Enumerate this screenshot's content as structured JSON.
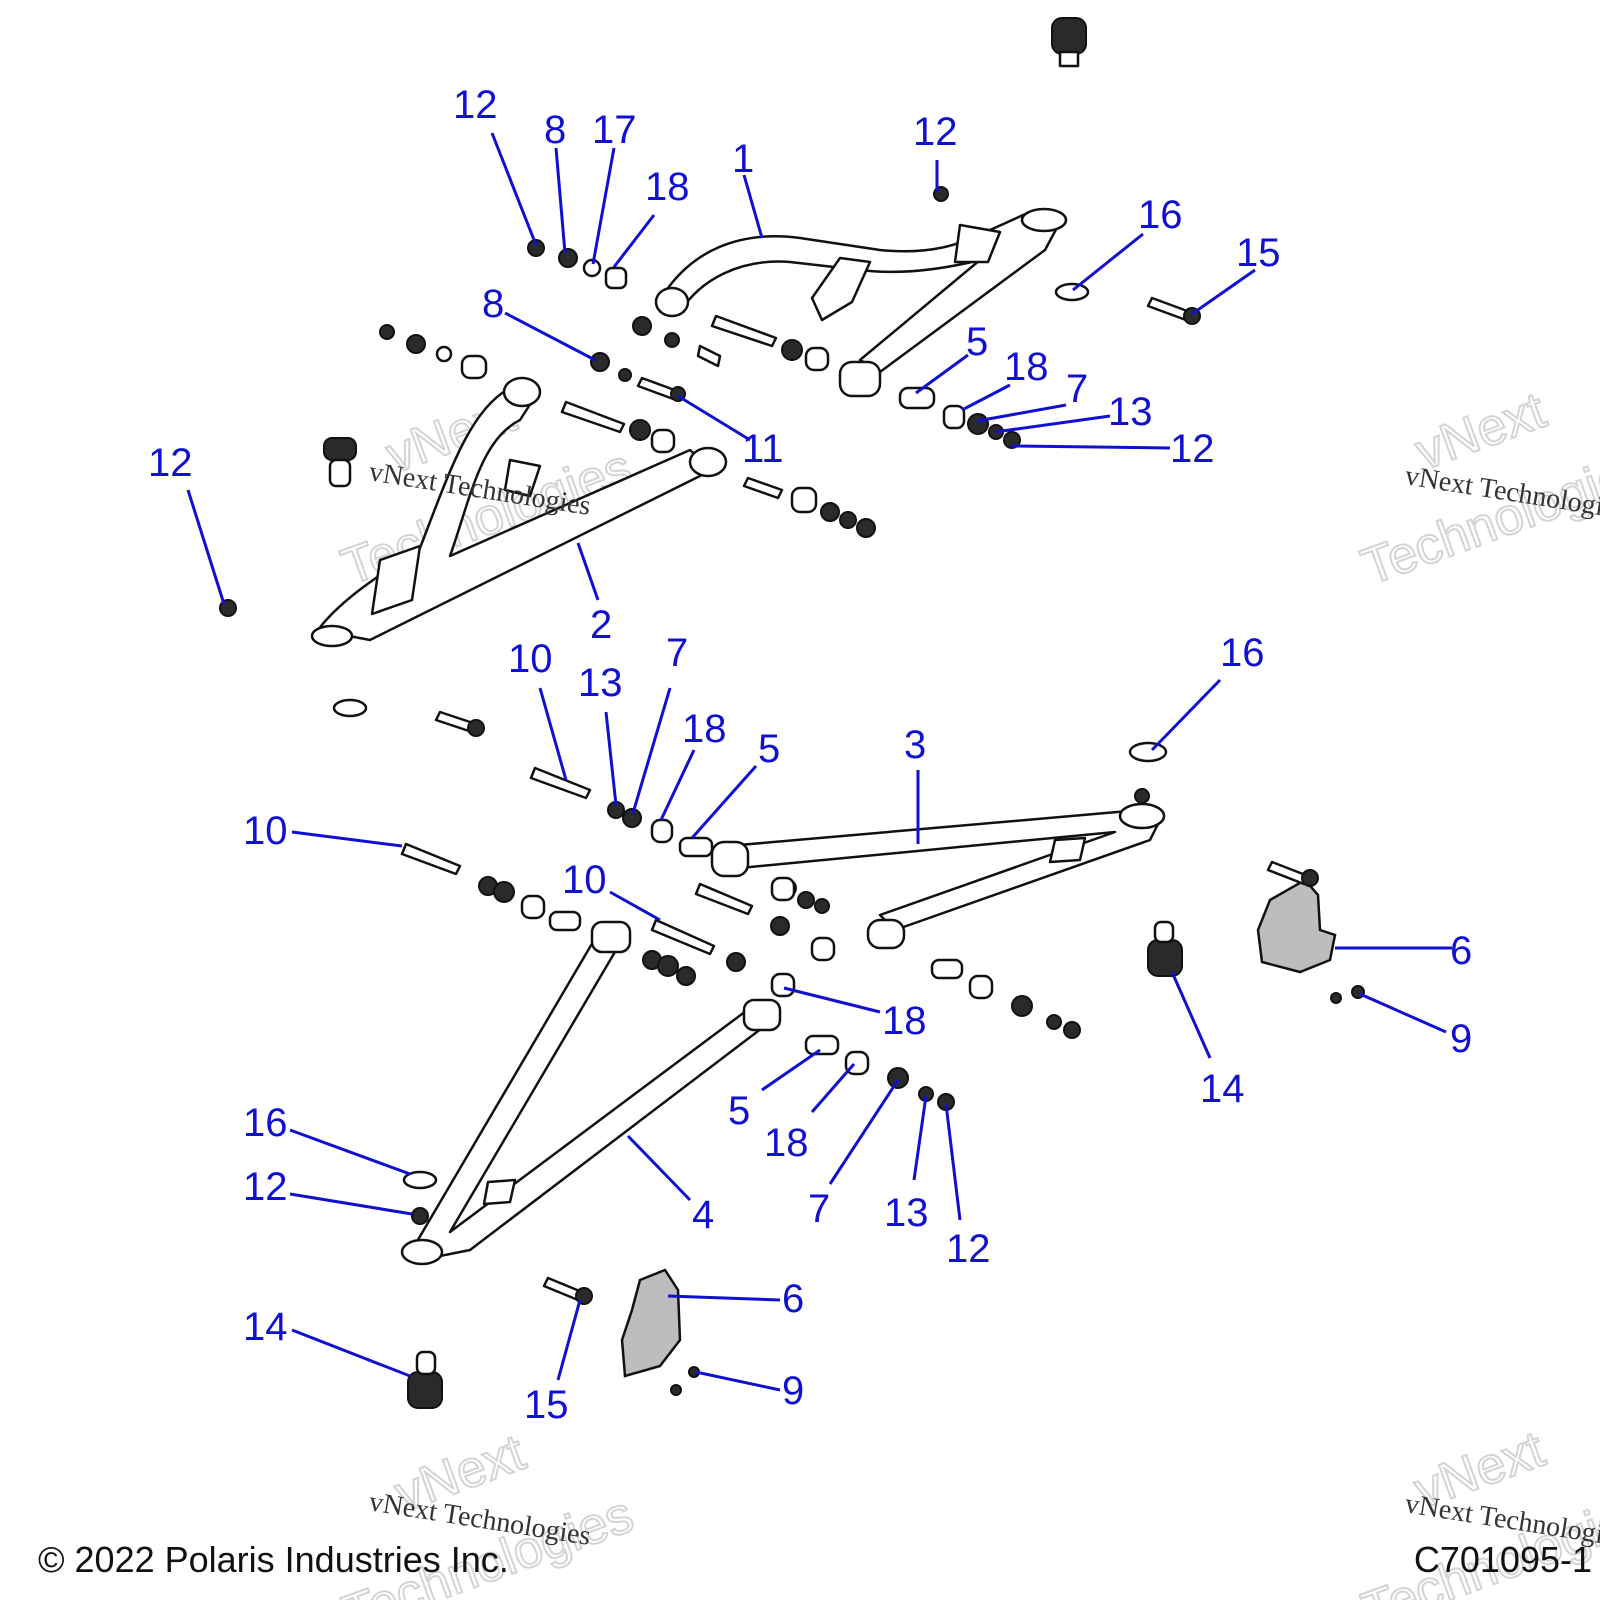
{
  "diagram": {
    "callouts": [
      {
        "id": "c-12a",
        "label": "12"
      },
      {
        "id": "c-8a",
        "label": "8"
      },
      {
        "id": "c-17",
        "label": "17"
      },
      {
        "id": "c-18a",
        "label": "18"
      },
      {
        "id": "c-1",
        "label": "1"
      },
      {
        "id": "c-12b",
        "label": "12"
      },
      {
        "id": "c-16a",
        "label": "16"
      },
      {
        "id": "c-15a",
        "label": "15"
      },
      {
        "id": "c-8b",
        "label": "8"
      },
      {
        "id": "c-5a",
        "label": "5"
      },
      {
        "id": "c-18b",
        "label": "18"
      },
      {
        "id": "c-7a",
        "label": "7"
      },
      {
        "id": "c-13a",
        "label": "13"
      },
      {
        "id": "c-12c",
        "label": "12"
      },
      {
        "id": "c-11",
        "label": "11"
      },
      {
        "id": "c-12d",
        "label": "12"
      },
      {
        "id": "c-2",
        "label": "2"
      },
      {
        "id": "c-10a",
        "label": "10"
      },
      {
        "id": "c-13b",
        "label": "13"
      },
      {
        "id": "c-7b",
        "label": "7"
      },
      {
        "id": "c-18c",
        "label": "18"
      },
      {
        "id": "c-5b",
        "label": "5"
      },
      {
        "id": "c-3",
        "label": "3"
      },
      {
        "id": "c-16b",
        "label": "16"
      },
      {
        "id": "c-10b",
        "label": "10"
      },
      {
        "id": "c-10c",
        "label": "10"
      },
      {
        "id": "c-6a",
        "label": "6"
      },
      {
        "id": "c-9a",
        "label": "9"
      },
      {
        "id": "c-14a",
        "label": "14"
      },
      {
        "id": "c-18d",
        "label": "18"
      },
      {
        "id": "c-5c",
        "label": "5"
      },
      {
        "id": "c-18e",
        "label": "18"
      },
      {
        "id": "c-4",
        "label": "4"
      },
      {
        "id": "c-7c",
        "label": "7"
      },
      {
        "id": "c-13c",
        "label": "13"
      },
      {
        "id": "c-12e",
        "label": "12"
      },
      {
        "id": "c-16c",
        "label": "16"
      },
      {
        "id": "c-12f",
        "label": "12"
      },
      {
        "id": "c-14b",
        "label": "14"
      },
      {
        "id": "c-15b",
        "label": "15"
      },
      {
        "id": "c-6b",
        "label": "6"
      },
      {
        "id": "c-9b",
        "label": "9"
      }
    ],
    "copyright": "© 2022 Polaris Industries Inc.",
    "figure_code": "C701095-1",
    "watermark": {
      "line1": "vNext",
      "line2": "Technologies",
      "caption": "vNext Technologies"
    },
    "colors": {
      "callout": "#1010d0",
      "linework": "#111111",
      "shield": "#bdbdbd"
    }
  }
}
